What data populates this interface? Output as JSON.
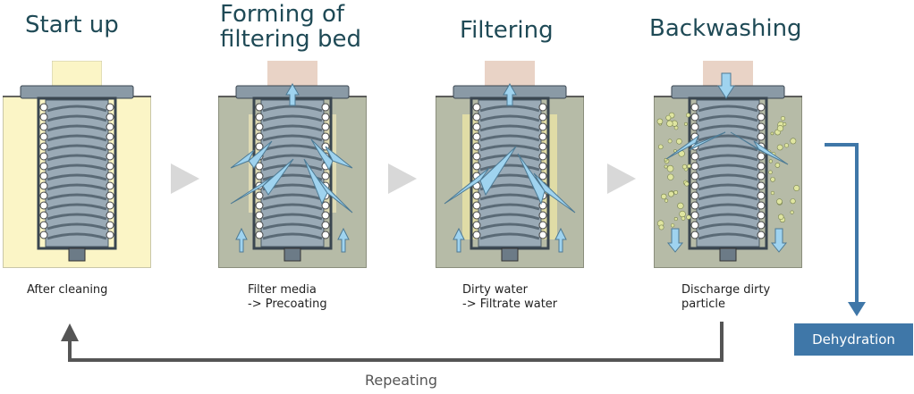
{
  "stages": [
    {
      "title": "Start up",
      "caption": "After cleaning"
    },
    {
      "title": "Forming of\nfiltering bed",
      "caption": "Filter media\n-> Precoating"
    },
    {
      "title": "Filtering",
      "caption": "Dirty water\n-> Filtrate water"
    },
    {
      "title": "Backwashing",
      "caption": "Discharge dirty\nparticle"
    }
  ],
  "dehydration_label": "Dehydration",
  "repeat_label": "Repeating",
  "colors": {
    "title": "#1f4a56",
    "panel_yellow": "#fbf5c6",
    "panel_sludge": "#b6bba7",
    "pipe_pink": "#e9d3c6",
    "arrow_blue": "#9fd3ef",
    "flow_blue": "#3f77a8",
    "repeat_gray": "#555555",
    "step_arrow": "#d8d8d8"
  }
}
